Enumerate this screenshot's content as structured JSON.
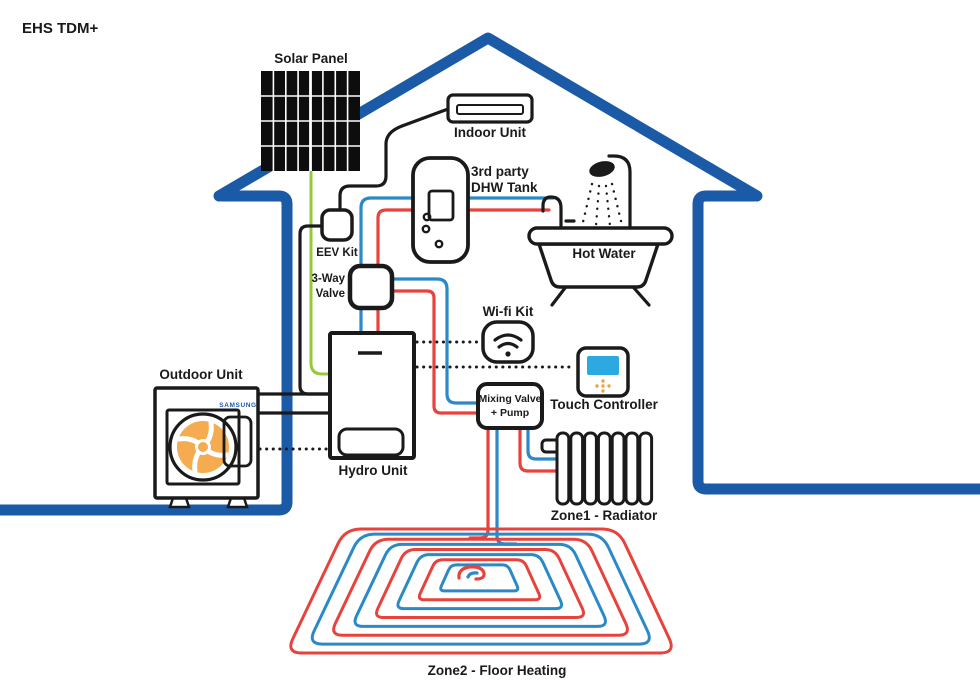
{
  "title": "EHS TDM+",
  "colors": {
    "house_blue": "#1B5AA6",
    "pipe_red": "#E8423C",
    "pipe_blue": "#2C89C8",
    "solar_green": "#97C83C",
    "fan_orange": "#F5AB4F",
    "screen_cyan": "#2BA9E0",
    "dot_orange": "#F0A43C",
    "line_black": "#1A1A1A",
    "panel_black": "#0D0D0D"
  },
  "labels": {
    "solar_panel": "Solar Panel",
    "indoor_unit": "Indoor Unit",
    "dhw_tank_line1": "3rd party",
    "dhw_tank_line2": "DHW Tank",
    "hot_water": "Hot Water",
    "eev_kit": "EEV Kit",
    "three_way_valve_line1": "3-Way",
    "three_way_valve_line2": "Valve",
    "wifi_kit": "Wi-fi Kit",
    "touch_controller": "Touch Controller",
    "mixing_valve_line1": "Mixing Valve",
    "mixing_valve_line2": "+ Pump",
    "outdoor_unit": "Outdoor Unit",
    "outdoor_unit_brand": "SAMSUNG",
    "hydro_unit": "Hydro Unit",
    "zone1": "Zone1 - Radiator",
    "zone2": "Zone2 - Floor Heating"
  },
  "icons": {
    "wifi_icon": "wifi signal arcs with dot",
    "fan_icon": "orange pinwheel fan",
    "shower_icon": "shower head with water dots",
    "screen_icon": "cyan touch screen with orange nav dots"
  },
  "connections": {
    "black_lines": "refrigerant piping (outdoor-hydro, indoor-EEV)",
    "dotted_lines": "control wiring (hydro to wifi kit, touch controller, outdoor unit)",
    "red_blue_lines": "hot/cold water piping",
    "green_line": "solar panel feed"
  }
}
